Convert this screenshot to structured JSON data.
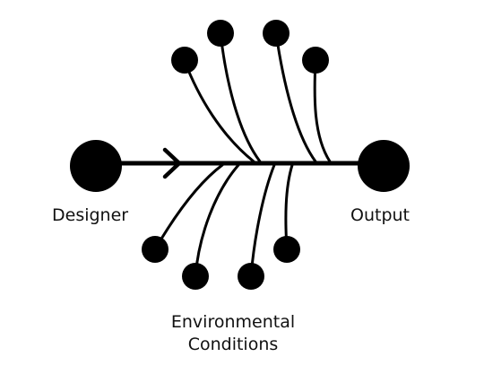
{
  "diagram": {
    "source_label": "Designer",
    "target_label": "Output",
    "influence_label_line1": "Environmental",
    "influence_label_line2": "Conditions",
    "colors": {
      "ink": "#000000",
      "background": "#ffffff"
    },
    "icons": {
      "flow_arrow": "arrowhead-right-icon"
    }
  }
}
